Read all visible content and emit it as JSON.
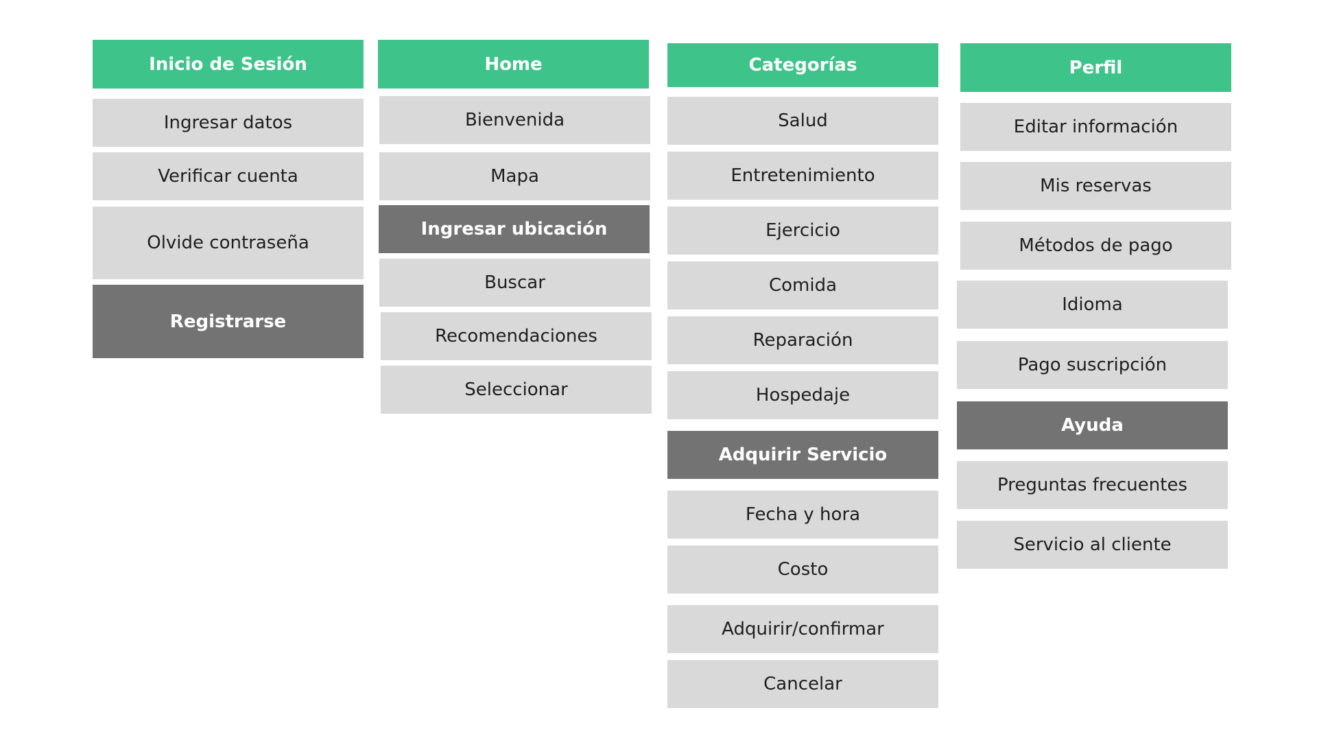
{
  "colors": {
    "header": "#3ec48a",
    "item": "#d9d9d9",
    "section": "#737373",
    "header_text": "#ffffff",
    "item_text": "#1e1e1e"
  },
  "columns": [
    {
      "header": "Inicio de Sesión",
      "items": [
        "Ingresar datos",
        "Verificar cuenta",
        "Olvide contraseña"
      ],
      "section": "Registrarse"
    },
    {
      "header": "Home",
      "items": [
        "Bienvenida",
        "Mapa"
      ],
      "section": "Ingresar ubicación",
      "items_after": [
        "Buscar",
        "Recomendaciones",
        "Seleccionar"
      ]
    },
    {
      "header": "Categorías",
      "items": [
        "Salud",
        "Entretenimiento",
        "Ejercicio",
        "Comida",
        "Reparación",
        "Hospedaje"
      ],
      "section": "Adquirir Servicio",
      "items_after": [
        "Fecha y hora",
        "Costo",
        "Adquirir/confirmar",
        "Cancelar"
      ]
    },
    {
      "header": "Perfil",
      "items": [
        "Editar información",
        "Mis reservas",
        "Métodos de pago",
        "Idioma",
        "Pago suscripción"
      ],
      "section": "Ayuda",
      "items_after": [
        "Preguntas frecuentes",
        "Servicio al cliente"
      ]
    }
  ]
}
